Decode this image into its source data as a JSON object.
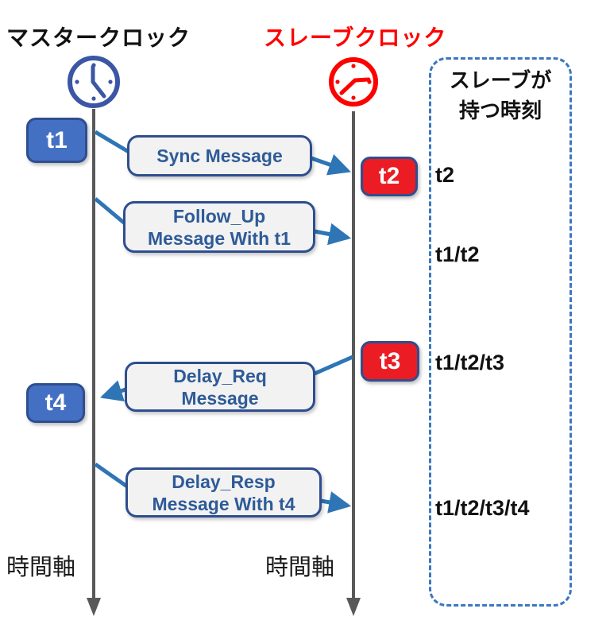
{
  "diagram": {
    "master": {
      "title": "マスタークロック",
      "axis_label": "時間軸"
    },
    "slave": {
      "title": "スレーブクロック",
      "axis_label": "時間軸"
    },
    "panel": {
      "title_line1": "スレーブが",
      "title_line2": "持つ時刻",
      "values": [
        "t2",
        "t1/t2",
        "t1/t2/t3",
        "t1/t2/t3/t4"
      ]
    },
    "timestamps": {
      "t1": "t1",
      "t2": "t2",
      "t3": "t3",
      "t4": "t4"
    },
    "messages": [
      {
        "line1": "Sync Message",
        "line2": ""
      },
      {
        "line1": "Follow_Up",
        "line2": "Message With t1"
      },
      {
        "line1": "Delay_Req",
        "line2": "Message"
      },
      {
        "line1": "Delay_Resp",
        "line2": "Message With t4"
      }
    ],
    "colors": {
      "master_accent": "#3A56A4",
      "slave_accent": "#FF0000",
      "badge_blue": "#4470C4",
      "badge_red": "#EC1C24",
      "box_border": "#2E4E8F",
      "box_fill": "#F2F2F2",
      "arrow_blue": "#2E75B6",
      "timeline_gray": "#595959",
      "panel_dash": "#3B78BE"
    }
  }
}
